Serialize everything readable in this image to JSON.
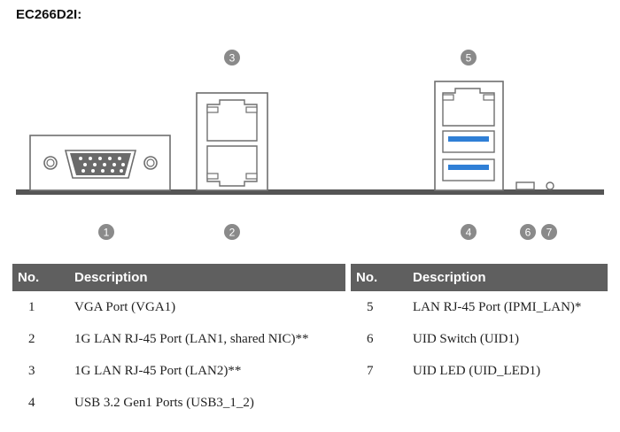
{
  "title": "EC266D2I:",
  "callouts": {
    "c1": "1",
    "c2": "2",
    "c3": "3",
    "c4": "4",
    "c5": "5",
    "c6": "6",
    "c7": "7"
  },
  "table": {
    "col_no": "No.",
    "col_desc": "Description",
    "left_rows": [
      {
        "no": "1",
        "desc": "VGA Port (VGA1)"
      },
      {
        "no": "2",
        "desc": "1G LAN RJ-45 Port (LAN1, shared NIC)**"
      },
      {
        "no": "3",
        "desc": "1G LAN RJ-45 Port (LAN2)**"
      },
      {
        "no": "4",
        "desc": "USB 3.2 Gen1 Ports  (USB3_1_2)"
      }
    ],
    "right_rows": [
      {
        "no": "5",
        "desc": "LAN RJ-45 Port (IPMI_LAN)*"
      },
      {
        "no": "6",
        "desc": "UID Switch (UID1)"
      },
      {
        "no": "7",
        "desc": "UID LED (UID_LED1)"
      }
    ]
  },
  "colors": {
    "callout": "#8a8a8a",
    "outline": "#6e6e6e",
    "header": "#5f5f5f",
    "usb_blue": "#2f7fd6",
    "baseline": "#555555"
  }
}
